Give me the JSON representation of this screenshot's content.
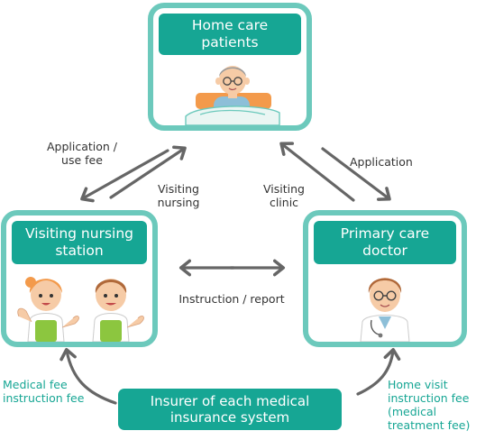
{
  "nodes": {
    "home_care": {
      "title_lines": [
        "Home care",
        "patients"
      ]
    },
    "nursing_station": {
      "title_lines": [
        "Visiting nursing",
        "station"
      ]
    },
    "doctor": {
      "title_lines": [
        "Primary care",
        "doctor"
      ]
    },
    "insurer": {
      "title_lines": [
        "Insurer of each medical",
        "insurance system"
      ]
    }
  },
  "edge_labels": {
    "application_use_fee": [
      "Application /",
      "use fee"
    ],
    "visiting_nursing": [
      "Visiting",
      "nursing"
    ],
    "visiting_clinic": [
      "Visiting",
      "clinic"
    ],
    "application": [
      "Application"
    ],
    "instruction_report": [
      "Instruction / report"
    ],
    "medical_fee_instruction_fee": [
      "Medical fee",
      "instruction fee"
    ],
    "home_visit_instruction_fee": [
      "Home visit",
      "instruction fee",
      "(medical",
      "treatment fee)"
    ]
  },
  "colors": {
    "card_border": "#6cc9bc",
    "header_fill": "#16a694",
    "arrow": "#666666",
    "fee_text": "#16a694"
  }
}
